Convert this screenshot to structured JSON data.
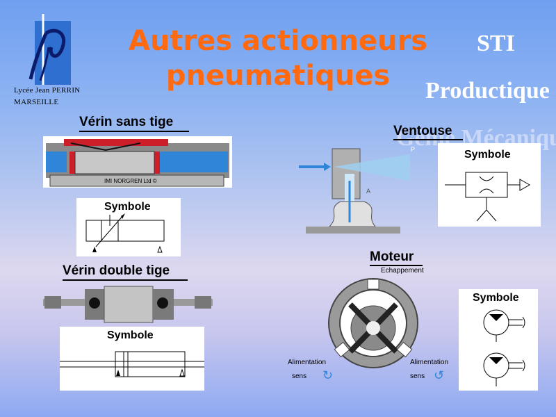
{
  "slide": {
    "title_line1": "Autres actionneurs",
    "title_line2": "pneumatiques",
    "sti": "STI",
    "productique": "Productique",
    "genie": "Génie Mécanique",
    "school_line1": "Lycée Jean PERRIN",
    "school_line2": "MARSEILLE"
  },
  "sections": {
    "verin_sans_tige": {
      "heading": "Vérin sans tige",
      "maker": "IMI NORGREN Ltd ©",
      "symbol_label": "Symbole"
    },
    "verin_double_tige": {
      "heading": "Vérin double tige",
      "symbol_label": "Symbole"
    },
    "ventouse": {
      "heading": "Ventouse",
      "symbol_label": "Symbole",
      "port_p": "P",
      "port_a": "A"
    },
    "moteur": {
      "heading": "Moteur",
      "symbol_label": "Symbole",
      "echappement": "Echappement",
      "alim_left": "Alimentation",
      "sens_left": "sens",
      "alim_right": "Alimentation",
      "sens_right": "sens"
    }
  },
  "colors": {
    "title": "#ff6a10",
    "accent_blue": "#2f86d8",
    "cylinder_red": "#cc1f2a",
    "background_top": "#6f9ff0"
  }
}
